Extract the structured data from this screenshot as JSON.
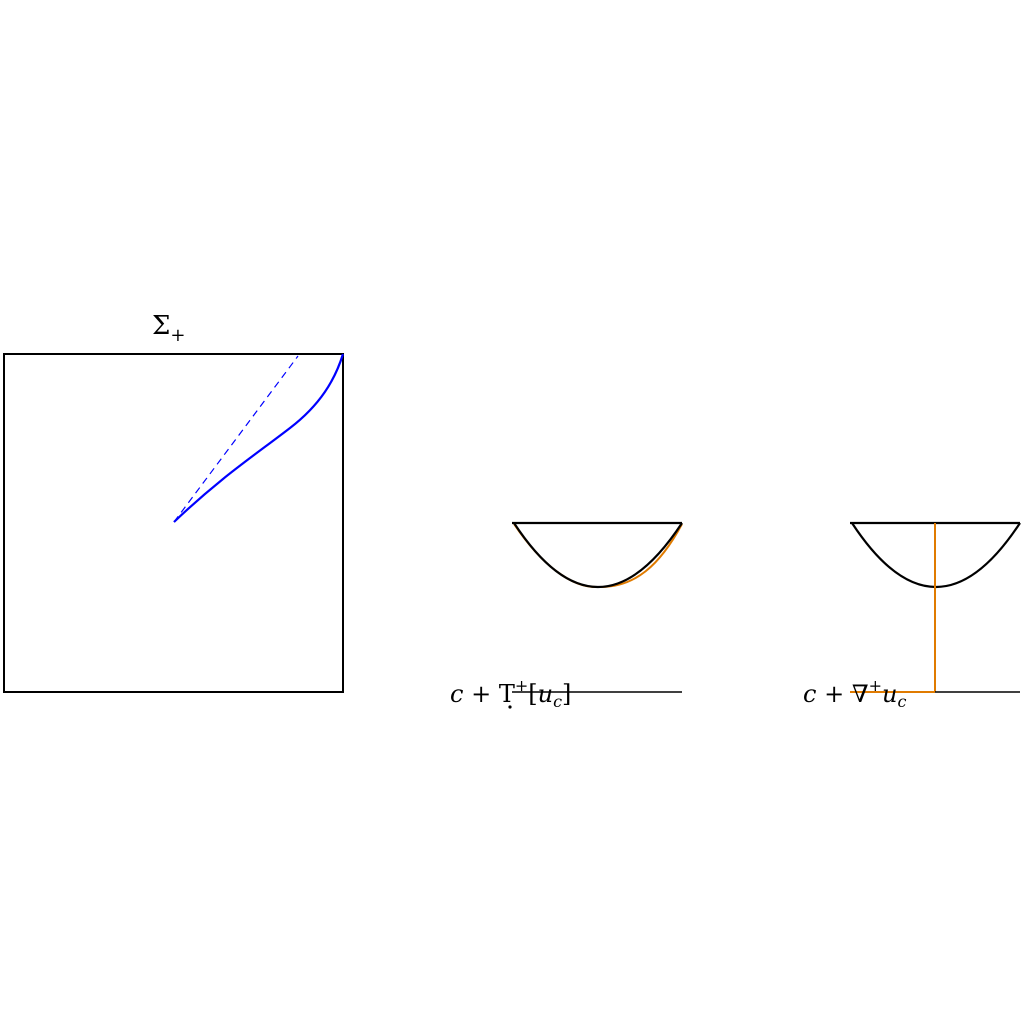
{
  "labels": {
    "sigma_plus": "Σ₊",
    "tangent_cone_label": "c + Ṭ⁺[u꜀]",
    "gradient_label": "c + ∇⁺u꜀"
  },
  "colors": {
    "frame": "#000000",
    "curve": "#0000ff",
    "highlight": "#e07b00",
    "background": "#ffffff"
  },
  "panels": [
    {
      "name": "domain-panel",
      "has_dashed_chord": true
    },
    {
      "name": "tangent-panel",
      "highlight": "lower-arc"
    },
    {
      "name": "gradient-panel",
      "highlight": "vertical-and-base"
    }
  ]
}
